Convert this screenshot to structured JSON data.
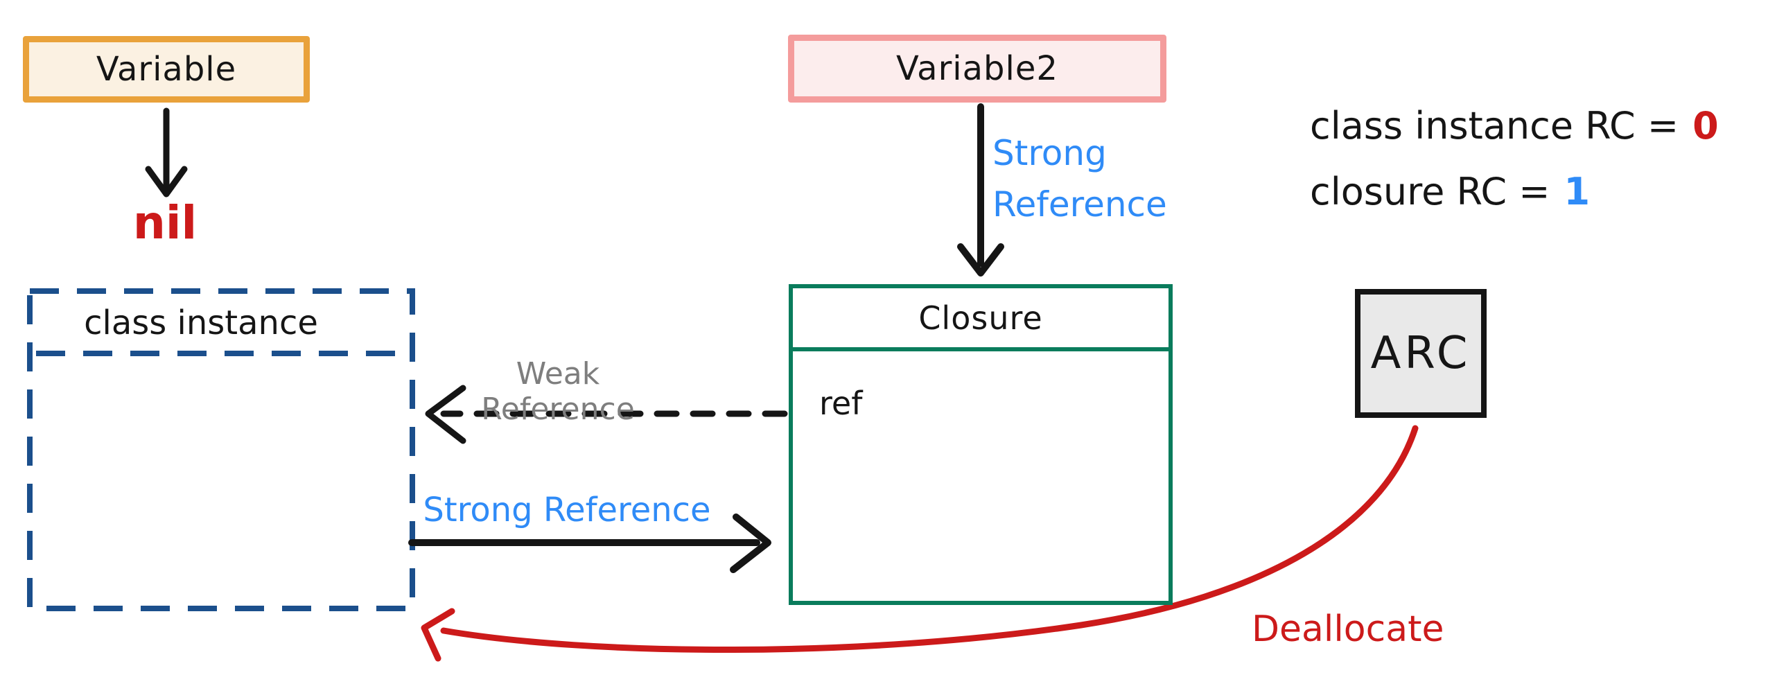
{
  "boxes": {
    "variable": {
      "label": "Variable"
    },
    "variable2": {
      "label": "Variable2"
    },
    "class_instance": {
      "label": "class instance"
    },
    "closure": {
      "label": "Closure",
      "field": "ref"
    },
    "arc": {
      "label": "ARC"
    }
  },
  "labels": {
    "nil": "nil",
    "strong_ref_vertical_line1": "Strong",
    "strong_ref_vertical_line2": "Reference",
    "weak_ref": "Weak Reference",
    "strong_ref_horizontal": "Strong Reference",
    "deallocate": "Deallocate"
  },
  "counters": {
    "class_instance_rc_label": "class instance RC =",
    "class_instance_rc_value": "0",
    "closure_rc_label": "closure RC =",
    "closure_rc_value": "1"
  },
  "colors": {
    "orange-border": "#E9A23B",
    "orange-fill": "#FBF1E2",
    "pink-border": "#F49C9C",
    "pink-fill": "#FCEDED",
    "green-border": "#0A7C5C",
    "navy-dash": "#1B4F8C",
    "blue-text": "#2F8BF7",
    "gray-text": "#7E7E7E",
    "red": "#CC1A1A",
    "arc-fill": "#E9E9E9",
    "ink": "#151515"
  }
}
